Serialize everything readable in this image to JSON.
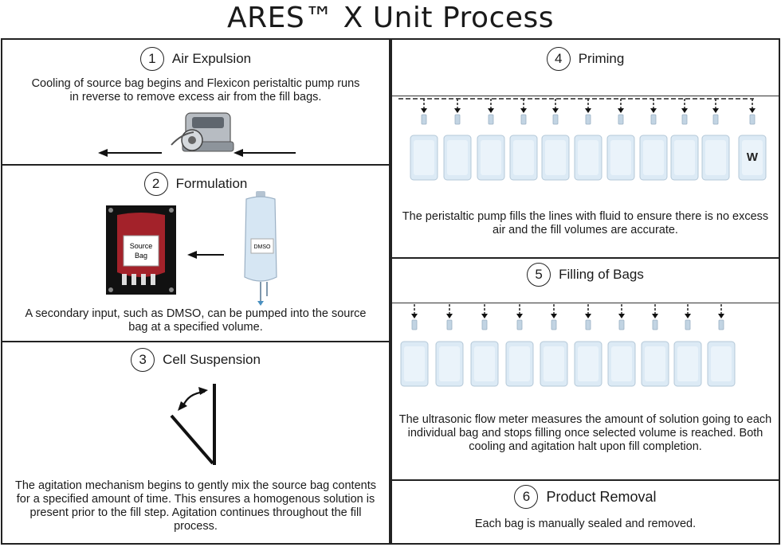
{
  "title": "ARES™ X Unit Process",
  "steps": [
    {
      "number": "1",
      "title": "Air Expulsion",
      "description": "Cooling of source bag begins and Flexicon peristaltic pump runs in reverse to remove excess air from the fill bags."
    },
    {
      "number": "2",
      "title": "Formulation",
      "description": "A secondary input, such as DMSO, can be pumped into the source bag at a specified volume.",
      "source_bag_label_1": "Source",
      "source_bag_label_2": "Bag",
      "input_bag_label": "DMSO"
    },
    {
      "number": "3",
      "title": "Cell Suspension",
      "description": "The agitation mechanism begins to gently mix the source bag contents for a specified amount of time. This ensures a homogenous solution is present prior to the fill step. Agitation continues throughout the fill process."
    },
    {
      "number": "4",
      "title": "Priming",
      "description": "The peristaltic pump fills the lines with fluid to ensure there is no excess air and the fill volumes are accurate.",
      "waste_label": "W"
    },
    {
      "number": "5",
      "title": "Filling of Bags",
      "description": "The ultrasonic flow meter measures the amount of solution going to each individual bag and stops filling once selected volume is reached. Both cooling and agitation halt upon fill completion."
    },
    {
      "number": "6",
      "title": "Product Removal",
      "description": "Each bag is manually sealed and removed."
    }
  ],
  "colors": {
    "border": "#222222",
    "blood": "#a3222a",
    "bag": "#d8e8f4",
    "pump": "#9aa0a6"
  }
}
